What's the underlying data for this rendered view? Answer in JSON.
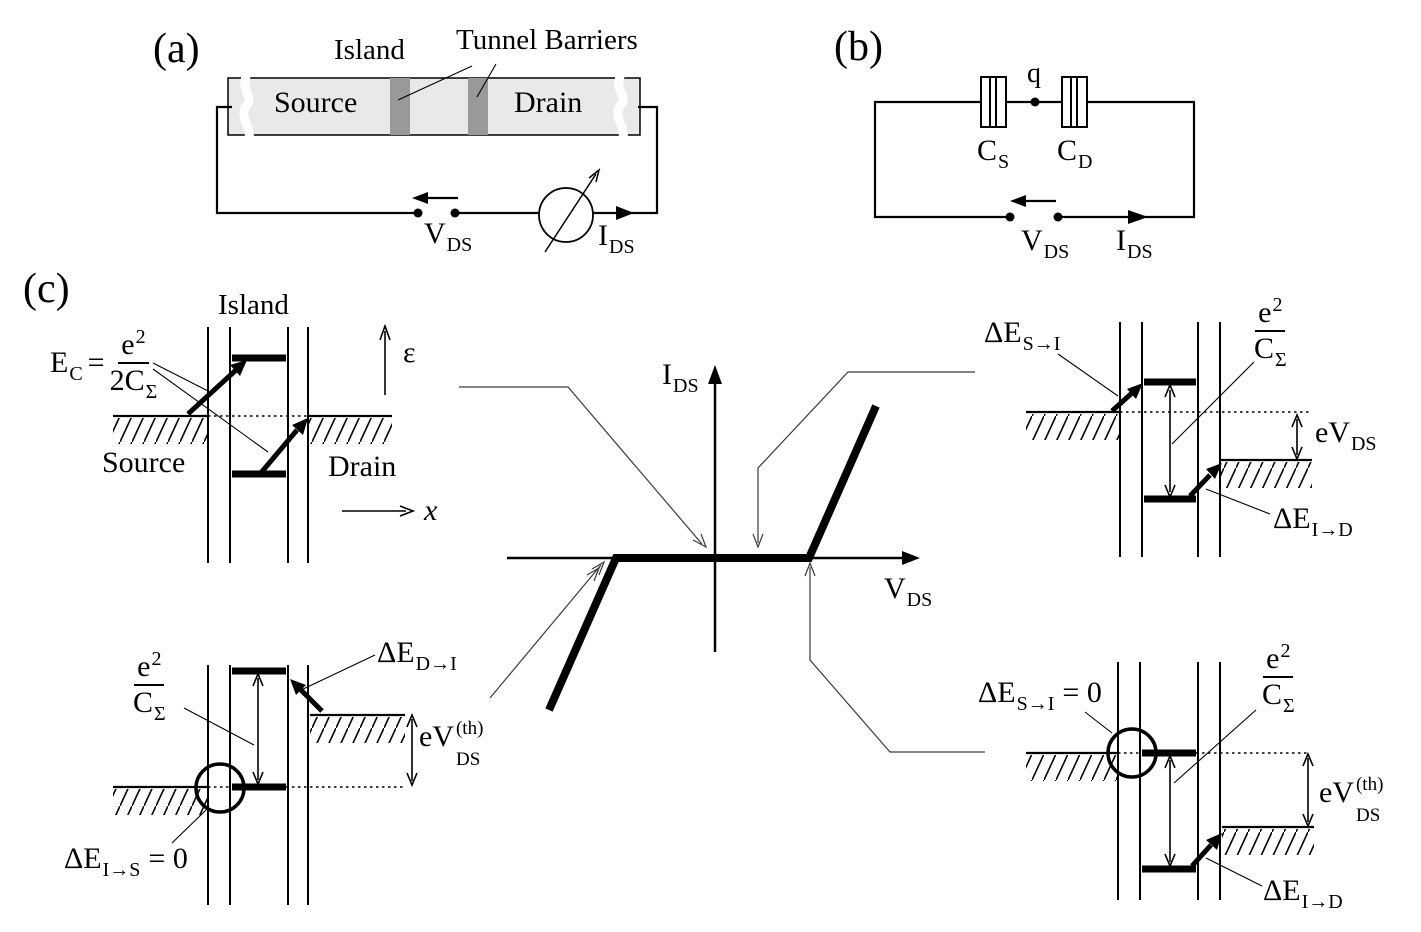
{
  "panel_a": {
    "tag": "(a)",
    "island": "Island",
    "tunnel_barriers": "Tunnel Barriers",
    "source": "Source",
    "drain": "Drain",
    "vds": {
      "base": "V",
      "sub": "DS"
    },
    "ids": {
      "base": "I",
      "sub": "DS"
    }
  },
  "panel_b": {
    "tag": "(b)",
    "q": "q",
    "cs": {
      "base": "C",
      "sub": "S"
    },
    "cd": {
      "base": "C",
      "sub": "D"
    },
    "vds": {
      "base": "V",
      "sub": "DS"
    },
    "ids": {
      "base": "I",
      "sub": "DS"
    }
  },
  "panel_c": {
    "tag": "(c)",
    "graph": {
      "y": {
        "base": "I",
        "sub": "DS"
      },
      "x": {
        "base": "V",
        "sub": "DS"
      }
    },
    "top_left": {
      "island": "Island",
      "source": "Source",
      "drain": "Drain",
      "epsilon": "ε",
      "x_axis": "x",
      "charging_energy": {
        "base": "E",
        "sub": "C",
        "equals": "=",
        "num": "e",
        "num_sup": "2",
        "den": "2C",
        "den_sub": "Σ"
      }
    },
    "top_right": {
      "delta_e_si": {
        "base": "ΔE",
        "sub": "S→I"
      },
      "frac": {
        "num": "e",
        "num_sup": "2",
        "den": "C",
        "den_sub": "Σ"
      },
      "ev_ds": {
        "base": "eV",
        "sub": "DS"
      },
      "delta_e_id": {
        "base": "ΔE",
        "sub": "I→D"
      }
    },
    "bottom_left": {
      "frac": {
        "num": "e",
        "num_sup": "2",
        "den": "C",
        "den_sub": "Σ"
      },
      "delta_e_di": {
        "base": "ΔE",
        "sub": "D→I"
      },
      "ev_ds_th": {
        "base": "eV",
        "sub": "DS",
        "sup": "(th)"
      },
      "delta_e_is": {
        "base": "ΔE",
        "sub": "I→S",
        "suffix": "= 0"
      }
    },
    "bottom_right": {
      "delta_e_si": {
        "base": "ΔE",
        "sub": "S→I",
        "suffix": "= 0"
      },
      "frac": {
        "num": "e",
        "num_sup": "2",
        "den": "C",
        "den_sub": "Σ"
      },
      "ev_ds_th": {
        "base": "eV",
        "sub": "DS",
        "sup": "(th)"
      },
      "delta_e_id": {
        "base": "ΔE",
        "sub": "I→D"
      }
    }
  }
}
